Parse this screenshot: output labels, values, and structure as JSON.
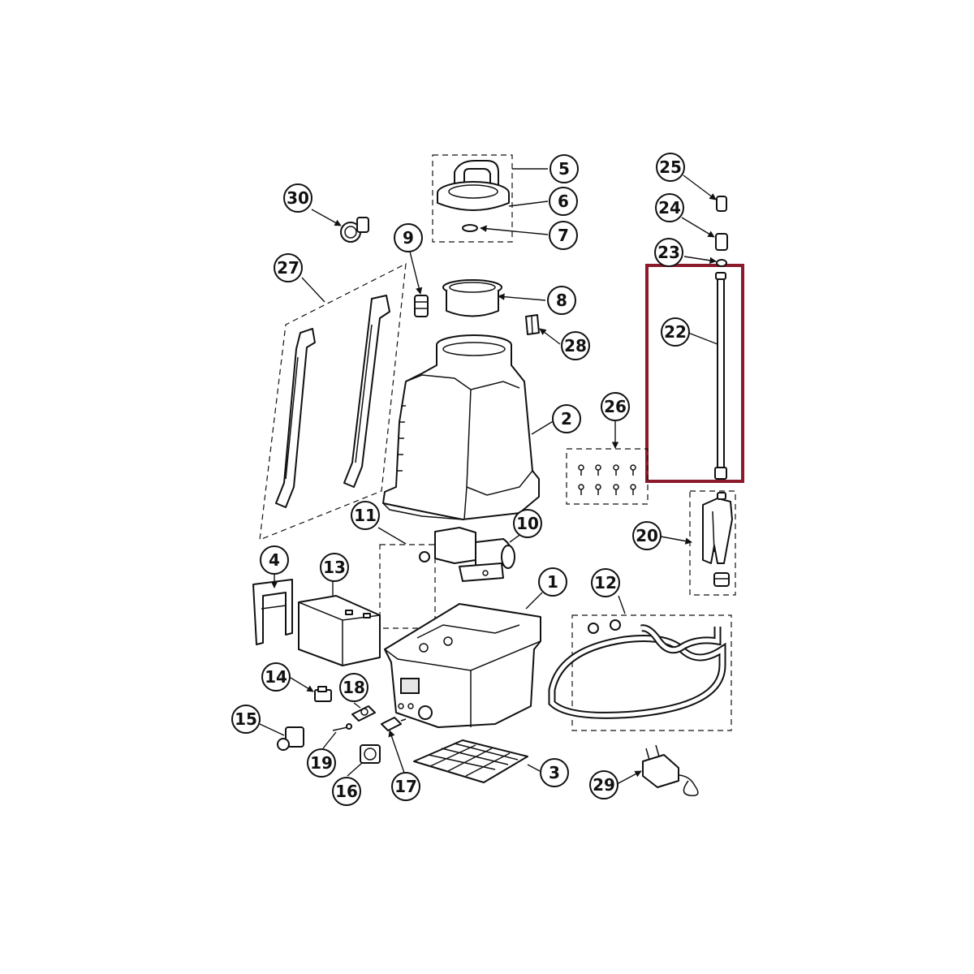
{
  "diagram": {
    "highlight_color": "#8b1a2b",
    "highlighted_part": "22",
    "callouts": {
      "c1": "1",
      "c2": "2",
      "c3": "3",
      "c4": "4",
      "c5": "5",
      "c6": "6",
      "c7": "7",
      "c8": "8",
      "c9": "9",
      "c10": "10",
      "c11": "11",
      "c12": "12",
      "c13": "13",
      "c14": "14",
      "c15": "15",
      "c16": "16",
      "c17": "17",
      "c18": "18",
      "c19": "19",
      "c20": "20",
      "c22": "22",
      "c23": "23",
      "c24": "24",
      "c25": "25",
      "c26": "26",
      "c27": "27",
      "c28": "28",
      "c29": "29",
      "c30": "30"
    }
  }
}
